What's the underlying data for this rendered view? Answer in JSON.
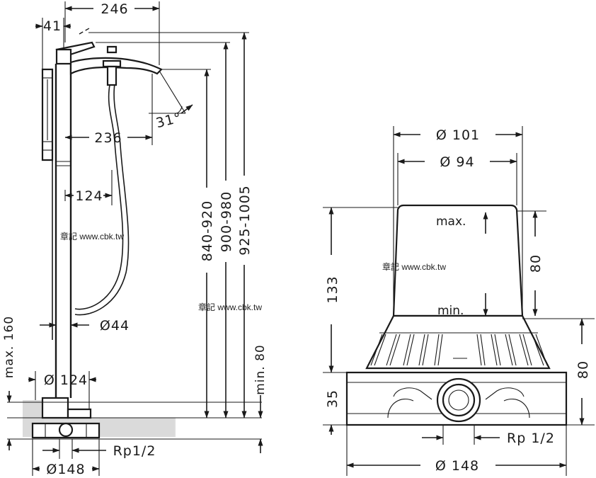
{
  "left_view": {
    "dim_top_width": "246",
    "dim_handle_offset": "41",
    "dim_angle": "31°",
    "dim_spout_reach": "236",
    "dim_hose_offset": "124",
    "dim_column_diameter": "Ø44",
    "dim_base_diameter": "Ø 124",
    "dim_max_floor": "max. 160",
    "dim_min_floor": "min. 80",
    "dim_height_1": "840-920",
    "dim_height_2": "900-980",
    "dim_height_3": "925-1005",
    "dim_thread": "Rp1/2",
    "dim_body_diameter": "Ø148"
  },
  "right_view": {
    "dim_outer_diameter": "Ø 101",
    "dim_inner_diameter": "Ø 94",
    "label_max": "max.",
    "label_min": "min.",
    "dim_adjust": "80",
    "dim_total_height": "133",
    "dim_base_height": "35",
    "dim_lower_height": "80",
    "dim_thread": "Rp 1/2",
    "dim_base_diameter": "Ø 148"
  },
  "watermarks": [
    "章記 www.cbk.tw",
    "章記 www.cbk.tw",
    "章記 www.cbk.tw"
  ]
}
